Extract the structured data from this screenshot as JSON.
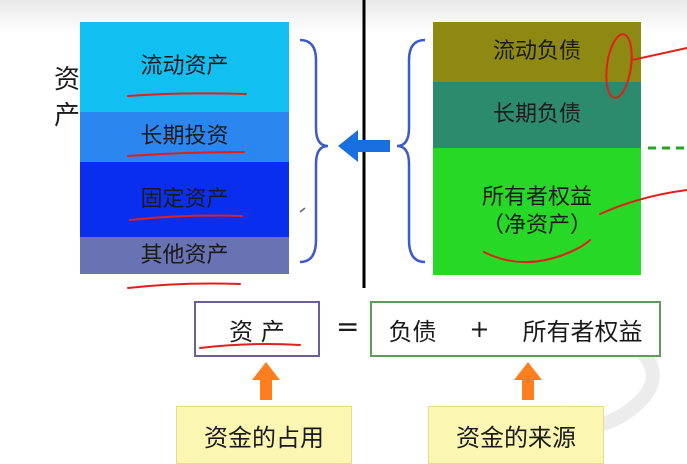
{
  "assets": {
    "title": "资产",
    "items": [
      {
        "label": "流动资产",
        "color": "#12bff1"
      },
      {
        "label": "长期投资",
        "color": "#2c86ef"
      },
      {
        "label": "固定资产",
        "color": "#0a2eee"
      },
      {
        "label": "其他资产",
        "color": "#6972b2"
      }
    ]
  },
  "sources": {
    "items": [
      {
        "label": "流动负债",
        "color": "#8d8913"
      },
      {
        "label": "长期负债",
        "color": "#2b8b6c"
      },
      {
        "label": "所有者权益",
        "sublabel": "（净资产）",
        "color": "#27d926"
      }
    ]
  },
  "equation": {
    "left": "资 产",
    "equals": "=",
    "liabilities": "负债",
    "plus": "+",
    "equity": "所有者权益"
  },
  "captions": {
    "use": "资金的占用",
    "source": "资金的来源"
  },
  "colors": {
    "arrow_blue": "#1a6fe0",
    "arrow_orange": "#ff7f1f",
    "annotation_red": "#e0201a",
    "brace_blue": "#3b5cc8",
    "divider": "#000000"
  }
}
